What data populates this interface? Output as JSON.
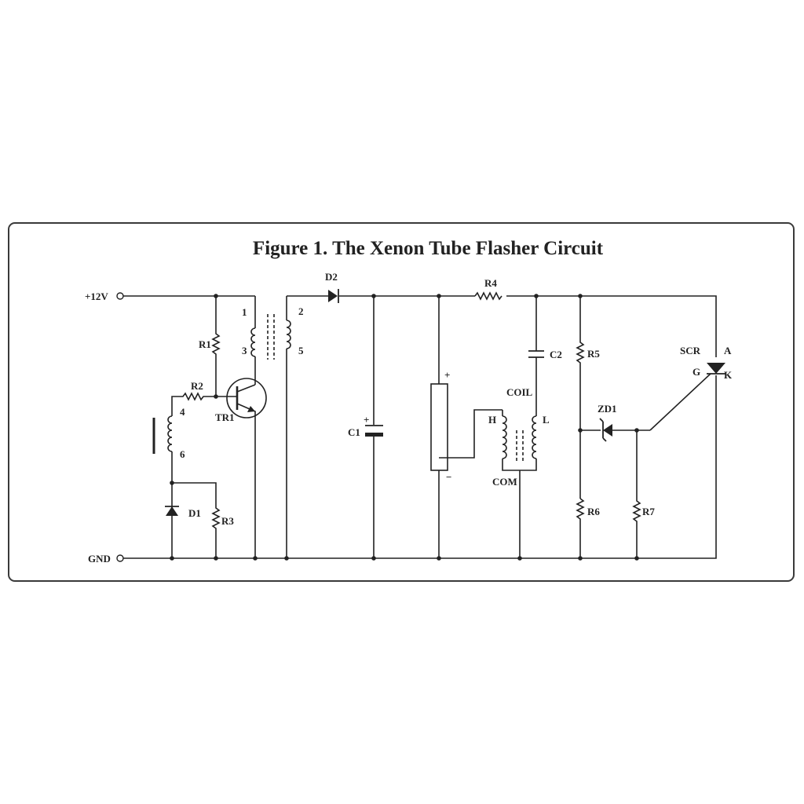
{
  "figure": {
    "title": "Figure 1. The Xenon Tube Flasher Circuit"
  },
  "labels": {
    "supply": "+12V",
    "ground": "GND",
    "r1": "R1",
    "r2": "R2",
    "r3": "R3",
    "r4": "R4",
    "r5": "R5",
    "r6": "R6",
    "r7": "R7",
    "d1": "D1",
    "d2": "D2",
    "c1": "C1",
    "c2": "C2",
    "tr1": "TR1",
    "zd1": "ZD1",
    "scr": "SCR",
    "scr_a": "A",
    "scr_g": "G",
    "scr_k": "K",
    "coil": "COIL",
    "coil_h": "H",
    "coil_l": "L",
    "coil_com": "COM",
    "pin1": "1",
    "pin2": "2",
    "pin3": "3",
    "pin4": "4",
    "pin5": "5",
    "pin6": "6",
    "plus": "+",
    "minus": "−"
  }
}
